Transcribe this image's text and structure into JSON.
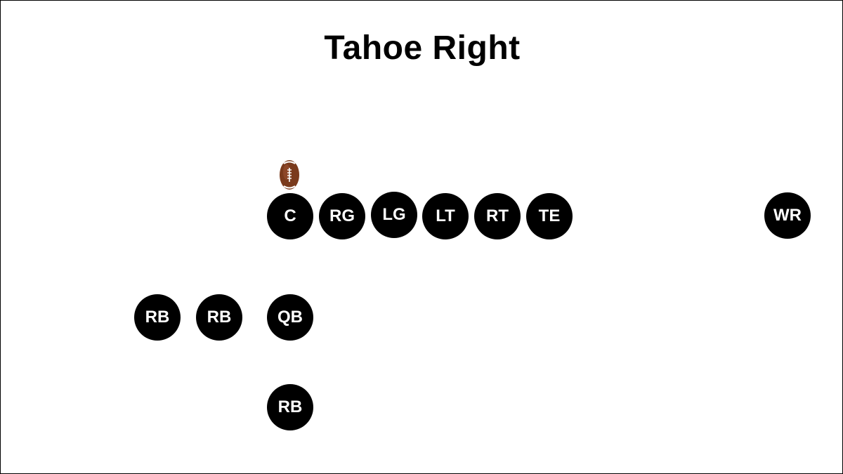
{
  "title": "Tahoe Right",
  "colors": {
    "player_fill": "#000000",
    "player_text": "#ffffff",
    "ball": "#7a3a1c"
  },
  "ball_icon": "football-icon",
  "players": {
    "c": "C",
    "rg": "RG",
    "lg": "LG",
    "lt": "LT",
    "rt": "RT",
    "te": "TE",
    "wr": "WR",
    "qb": "QB",
    "rb_far_left": "RB",
    "rb_left": "RB",
    "rb_deep": "RB"
  }
}
